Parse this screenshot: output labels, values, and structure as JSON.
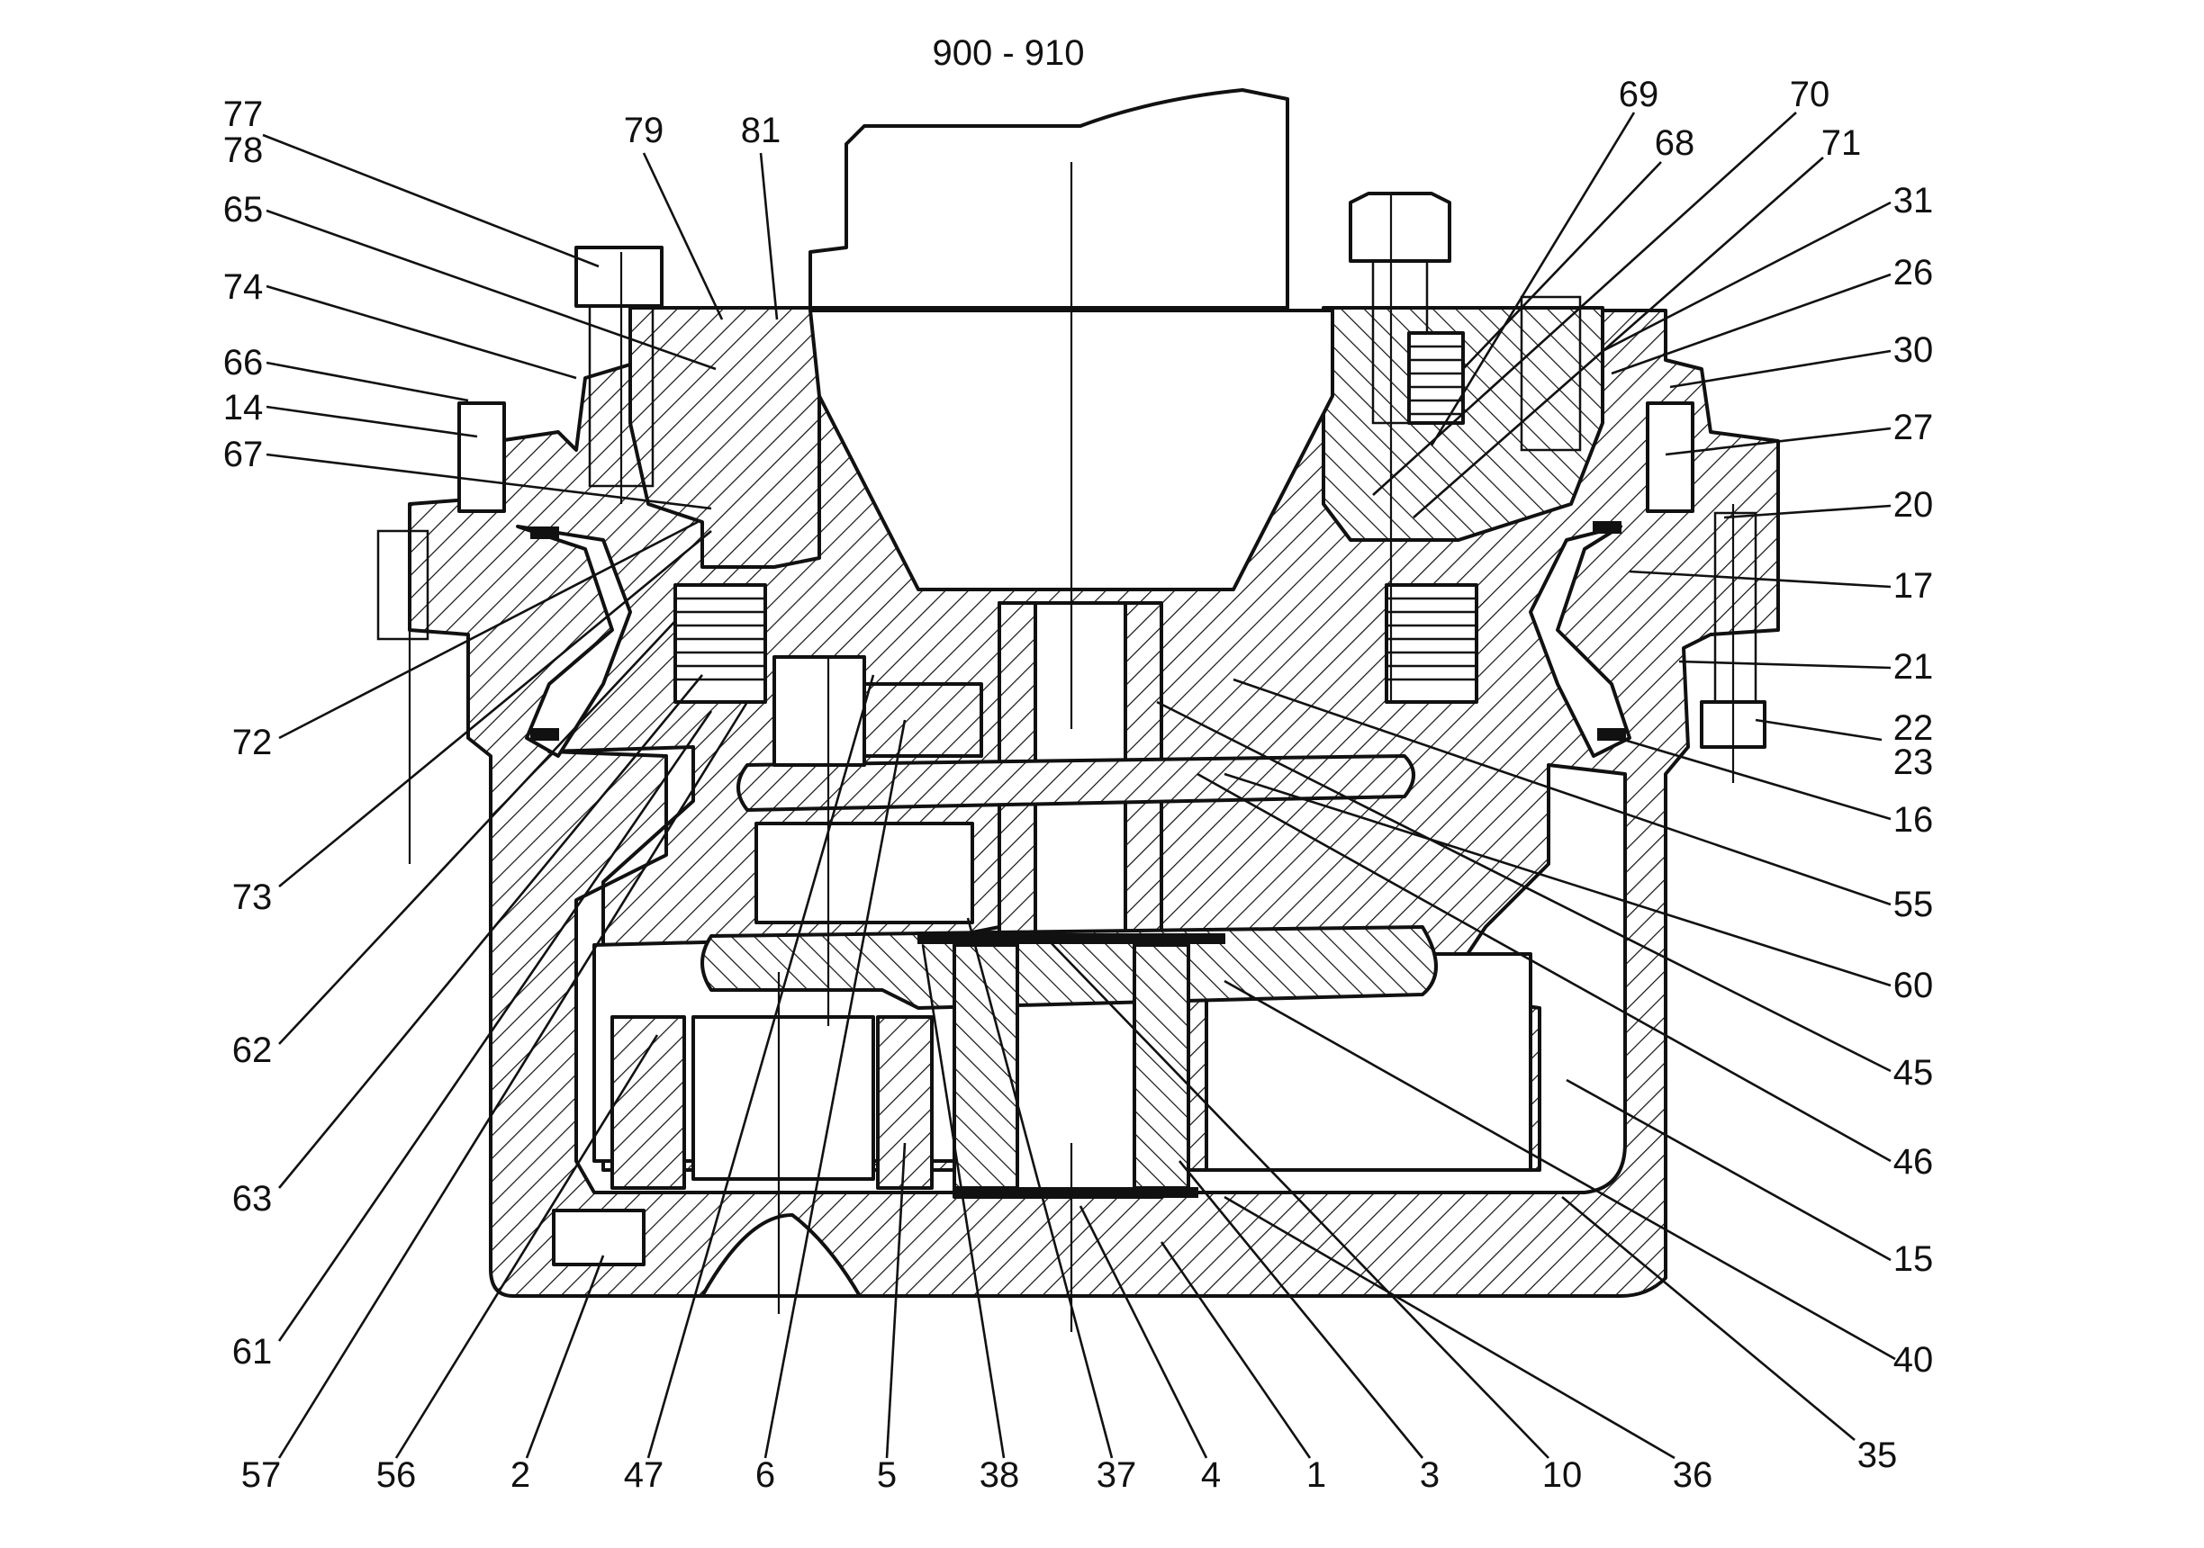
{
  "figure": {
    "top_label": "900 - 910"
  },
  "callouts_left": [
    "77",
    "78",
    "65",
    "74",
    "66",
    "14",
    "67",
    "72",
    "73",
    "62",
    "63",
    "61"
  ],
  "callouts_top": [
    "79",
    "81",
    "69",
    "68",
    "70",
    "71"
  ],
  "callouts_right": [
    "31",
    "26",
    "30",
    "27",
    "20",
    "17",
    "21",
    "22",
    "23",
    "16",
    "55",
    "60",
    "45",
    "46",
    "15",
    "40",
    "35"
  ],
  "callouts_bottom": [
    "57",
    "56",
    "2",
    "47",
    "6",
    "5",
    "38",
    "37",
    "4",
    "1",
    "3",
    "10",
    "36"
  ]
}
